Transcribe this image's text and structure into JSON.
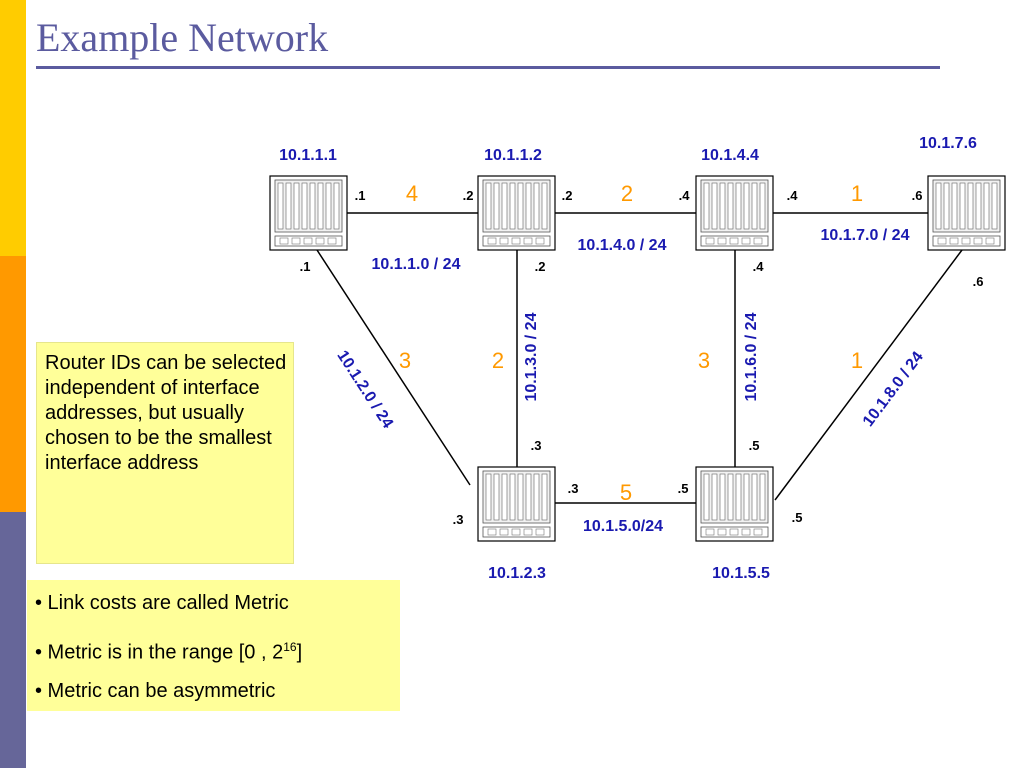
{
  "slide": {
    "title": "Example Network"
  },
  "routers": [
    {
      "id": "10.1.1.1"
    },
    {
      "id": "10.1.1.2"
    },
    {
      "id": "10.1.4.4"
    },
    {
      "id": "10.1.7.6"
    },
    {
      "id": "10.1.2.3"
    },
    {
      "id": "10.1.5.5"
    }
  ],
  "networks": [
    {
      "prefix": "10.1.1.0 / 24",
      "cost": "4",
      "iface_a": ".1",
      "iface_b": ".2"
    },
    {
      "prefix": "10.1.4.0 / 24",
      "cost": "2",
      "iface_a": ".2",
      "iface_b": ".4"
    },
    {
      "prefix": "10.1.7.0 / 24",
      "cost": "1",
      "iface_a": ".4",
      "iface_b": ".6"
    },
    {
      "prefix": "10.1.2.0 / 24",
      "cost": "3",
      "iface_a": ".1",
      "iface_b": ".3"
    },
    {
      "prefix": "10.1.3.0 / 24",
      "cost": "2",
      "iface_a": ".2",
      "iface_b": ".3"
    },
    {
      "prefix": "10.1.6.0 / 24",
      "cost": "3",
      "iface_a": ".4",
      "iface_b": ".5"
    },
    {
      "prefix": "10.1.8.0 / 24",
      "cost": "1",
      "iface_a": ".6",
      "iface_b": ".5"
    },
    {
      "prefix": "10.1.5.0/24",
      "cost": "5",
      "iface_a": ".3",
      "iface_b": ".5"
    }
  ],
  "note": {
    "text": "Router IDs can be selected independent of interface addresses, but usually chosen to be the smallest interface address"
  },
  "bullets": {
    "b1": "• Link costs are called Metric",
    "b2_pre": "• Metric is in the range [0 , 2",
    "b2_sup": "16",
    "b2_post": "]",
    "b3": "• Metric can be asymmetric"
  },
  "colors": {
    "bar_top": "#ffcc00",
    "bar_mid": "#ff9900",
    "bar_bottom": "#666699",
    "label_blue": "#1a1ab0",
    "cost_orange": "#ff9900",
    "note_bg": "#ffff99"
  }
}
